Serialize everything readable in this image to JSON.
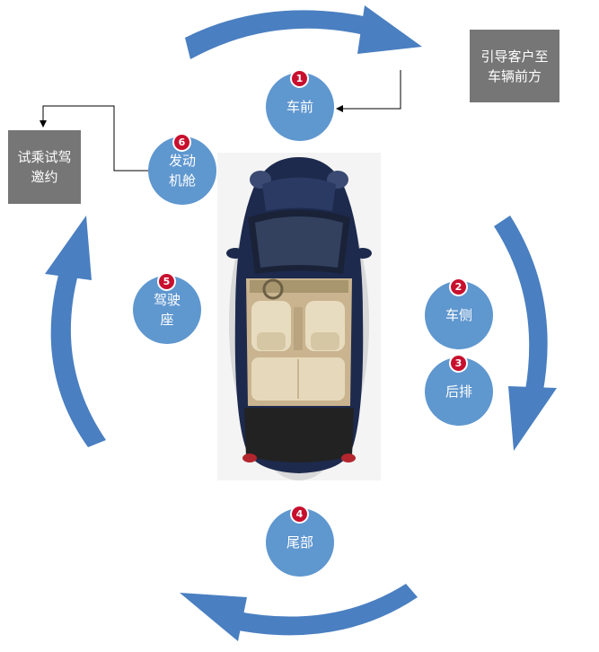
{
  "steps": [
    {
      "number": "1",
      "label": "车前"
    },
    {
      "number": "2",
      "label": "车侧"
    },
    {
      "number": "3",
      "label": "后排"
    },
    {
      "number": "4",
      "label": "尾部"
    },
    {
      "number": "5",
      "label": "驾驶\n座"
    },
    {
      "number": "6",
      "label": "发动\n机舱"
    }
  ],
  "boxes": {
    "intro": "引导客户至\n车辆前方",
    "test_drive": "试乘试驾\n邀约"
  },
  "colors": {
    "arrow": "#4a7fc1",
    "circle": "#5f97cf",
    "badge": "#c8102e",
    "box": "#767676",
    "car_body": "#1d2a4d"
  }
}
